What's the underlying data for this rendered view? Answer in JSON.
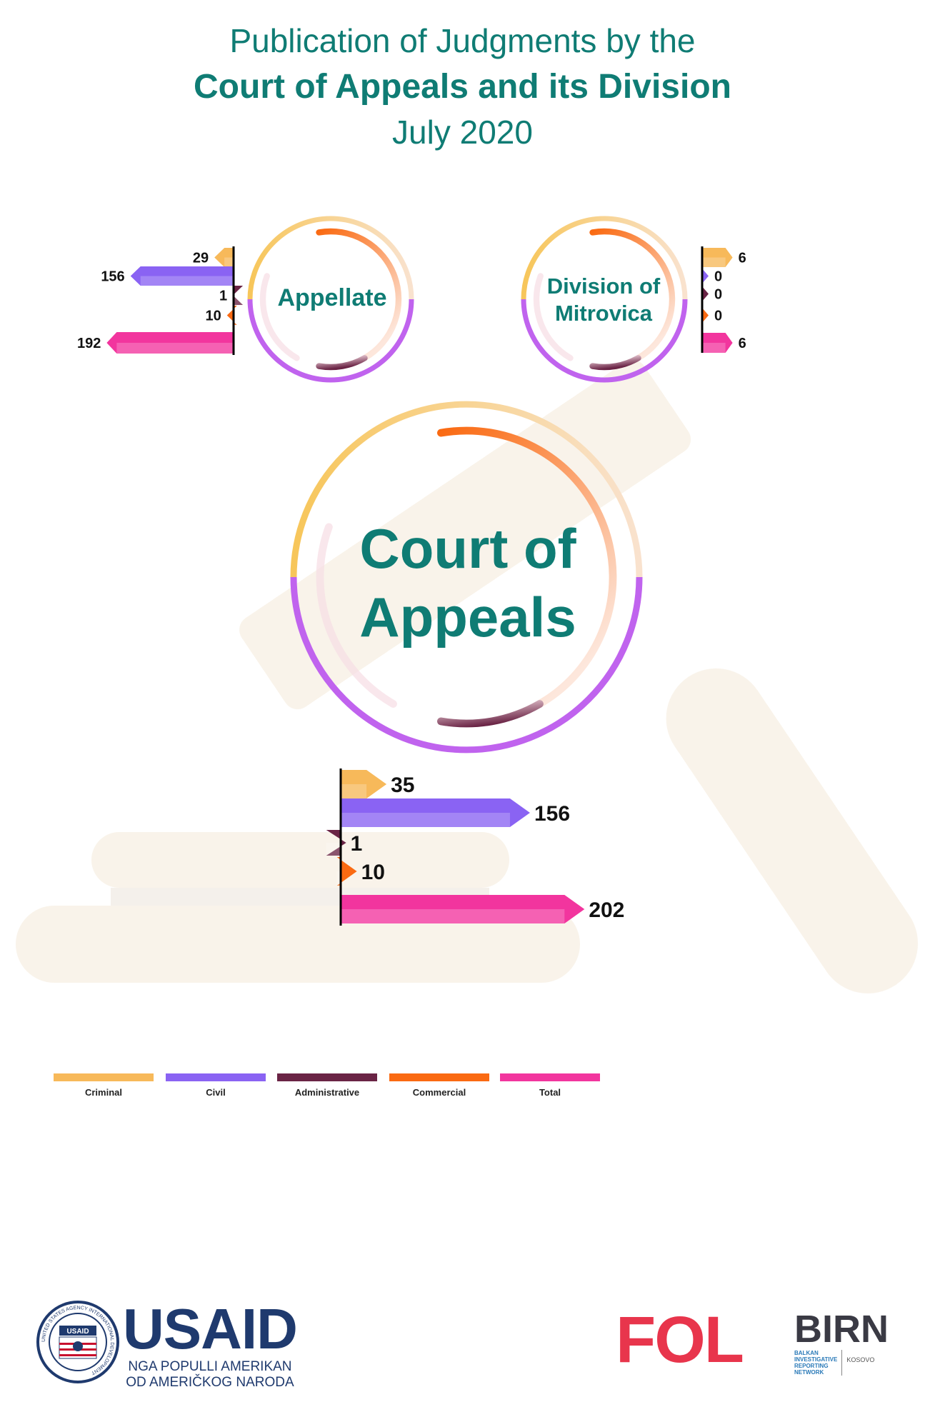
{
  "title": {
    "line1": "Publication of Judgments by the",
    "line2": "Court of Appeals and its Division",
    "line3": "July 2020"
  },
  "colors": {
    "teal": "#0f7c74",
    "criminal": "#f7b95a",
    "civil": "#8a63f3",
    "administrative": "#6a2445",
    "commercial": "#fa6a12",
    "total": "#f2359e"
  },
  "rings": {
    "appellate": "Appellate",
    "mitrovica_line1": "Division of",
    "mitrovica_line2": "Mitrovica",
    "court_line1": "Court of",
    "court_line2": "Appeals"
  },
  "chart_data": [
    {
      "type": "bar",
      "title": "Appellate",
      "categories": [
        "Criminal",
        "Civil",
        "Administrative",
        "Commercial",
        "Total"
      ],
      "values": [
        29,
        156,
        1,
        10,
        192
      ]
    },
    {
      "type": "bar",
      "title": "Division of Mitrovica",
      "categories": [
        "Criminal",
        "Civil",
        "Administrative",
        "Commercial",
        "Total"
      ],
      "values": [
        6,
        0,
        0,
        0,
        6
      ]
    },
    {
      "type": "bar",
      "title": "Court of Appeals",
      "categories": [
        "Criminal",
        "Civil",
        "Administrative",
        "Commercial",
        "Total"
      ],
      "values": [
        35,
        156,
        1,
        10,
        202
      ]
    }
  ],
  "legend": [
    "Criminal",
    "Civil",
    "Administrative",
    "Commercial",
    "Total"
  ],
  "footer": {
    "usaid_badge": "USAID",
    "usaid_word": "USAID",
    "usaid_line1": "NGA POPULLI AMERIKAN",
    "usaid_line2": "OD AMERIČKOG NARODA",
    "seal_text": "UNITED STATES AGENCY INTERNATIONAL DEVELOPMENT",
    "fol": "FOL",
    "birn": "BIRN",
    "birn_sub1": "BALKAN",
    "birn_sub2": "INVESTIGATIVE",
    "birn_sub3": "REPORTING",
    "birn_sub4": "NETWORK",
    "birn_kosovo": "KOSOVO"
  }
}
